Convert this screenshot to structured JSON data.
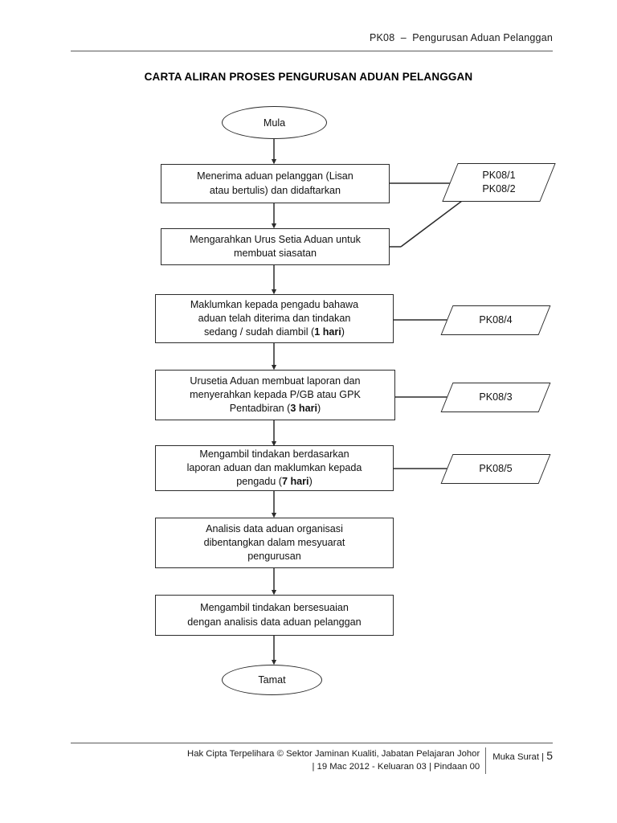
{
  "document": {
    "header": "PK08  –  Pengurusan Aduan Pelanggan",
    "title": "CARTA ALIRAN PROSES PENGURUSAN ADUAN PELANGGAN"
  },
  "flowchart": {
    "start": {
      "label": "Mula",
      "shape": "terminator"
    },
    "end": {
      "label": "Tamat",
      "shape": "terminator"
    },
    "steps": [
      {
        "id": "step-1",
        "label": "Menerima aduan pelanggan (Lisan\natau bertulis) dan didaftarkan",
        "shape": "process"
      },
      {
        "id": "step-2",
        "label": "Mengarahkan Urus Setia Aduan untuk\nmembuat siasatan",
        "shape": "process"
      },
      {
        "id": "step-3",
        "label_pre": "Maklumkan kepada pengadu bahawa\naduan telah diterima dan tindakan\nsedang / sudah diambil (",
        "label_bold": "1 hari",
        "label_post": ")",
        "shape": "process"
      },
      {
        "id": "step-4",
        "label_pre": "Urusetia Aduan membuat laporan dan\nmenyerahkan kepada P/GB atau GPK\nPentadbiran (",
        "label_bold": "3 hari",
        "label_post": ")",
        "shape": "process"
      },
      {
        "id": "step-5",
        "label_pre": "Mengambil tindakan berdasarkan\nlaporan aduan dan maklumkan kepada\npengadu (",
        "label_bold": "7 hari",
        "label_post": ")",
        "shape": "process"
      },
      {
        "id": "step-6",
        "label": "Analisis data aduan organisasi\ndibentangkan dalam mesyuarat\npengurusan",
        "shape": "process"
      },
      {
        "id": "step-7",
        "label": "Mengambil tindakan bersesuaian\ndengan analisis data aduan pelanggan",
        "shape": "process"
      }
    ],
    "documents": [
      {
        "id": "doc-1",
        "label": "PK08/1\nPK08/2",
        "shape": "parallelogram",
        "linked_steps": [
          "step-1",
          "step-2"
        ]
      },
      {
        "id": "doc-2",
        "label": "PK08/4",
        "shape": "parallelogram",
        "linked_steps": [
          "step-3"
        ]
      },
      {
        "id": "doc-3",
        "label": "PK08/3",
        "shape": "parallelogram",
        "linked_steps": [
          "step-4"
        ]
      },
      {
        "id": "doc-4",
        "label": "PK08/5",
        "shape": "parallelogram",
        "linked_steps": [
          "step-5"
        ]
      }
    ]
  },
  "footer": {
    "copyright": "Hak Cipta Terpelihara © Sektor Jaminan Kualiti, Jabatan Pelajaran Johor\n| 19 Mac 2012  -   Keluaran 03   |   Pindaan 00",
    "page_label": "Muka Surat ",
    "page_separator": "| ",
    "page_number": "5"
  },
  "colors": {
    "stroke": "#2b2b2b",
    "text": "#111111",
    "rule": "#5a5a5a",
    "background": "#ffffff"
  }
}
